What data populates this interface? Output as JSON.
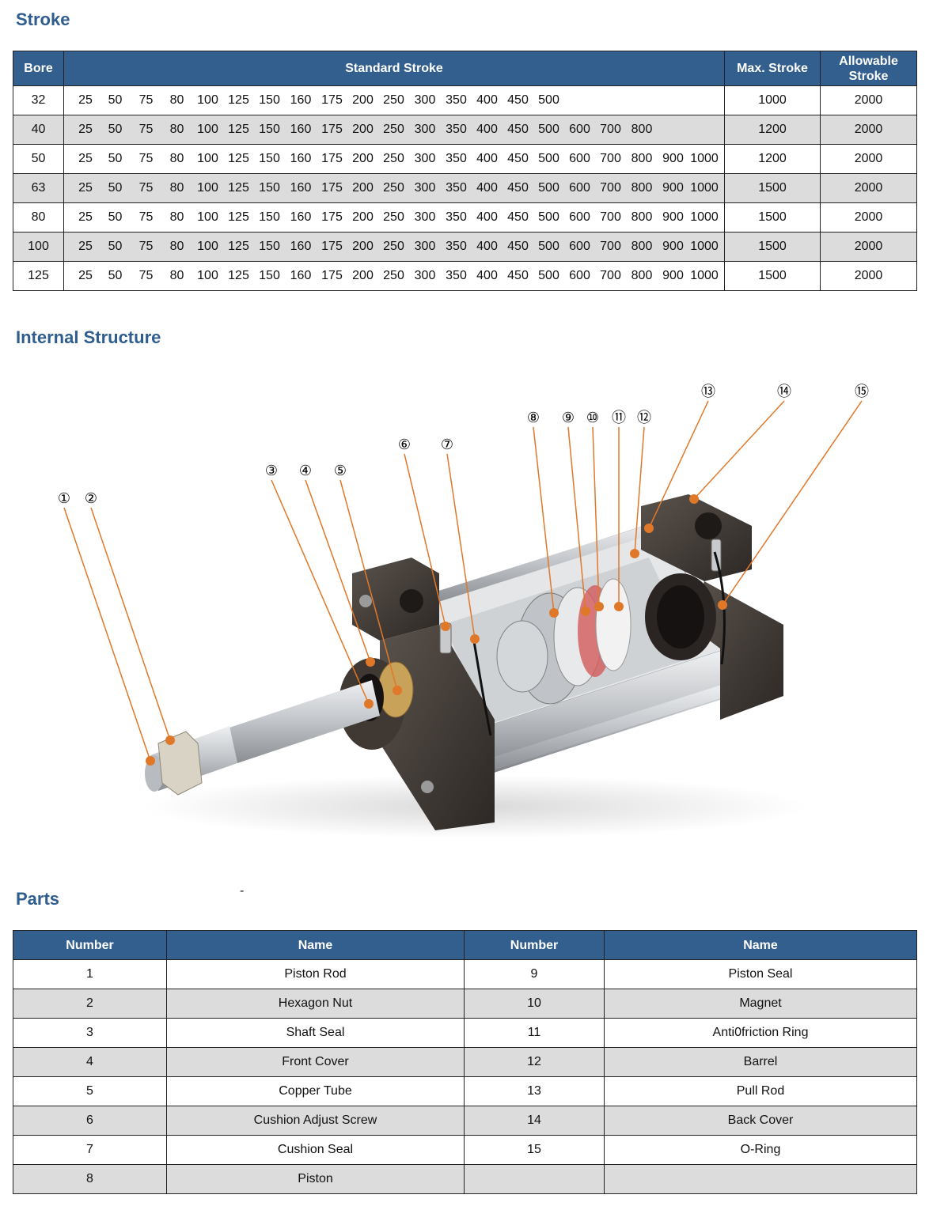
{
  "stroke": {
    "title": "Stroke",
    "headers": {
      "bore": "Bore",
      "standard": "Standard Stroke",
      "max": "Max. Stroke",
      "allowable": "Allowable Stroke"
    },
    "rows": [
      {
        "bore": "32",
        "strokes": [
          "25",
          "50",
          "75",
          "80",
          "100",
          "125",
          "150",
          "160",
          "175",
          "200",
          "250",
          "300",
          "350",
          "400",
          "450",
          "500"
        ],
        "max": "1000",
        "allowable": "2000"
      },
      {
        "bore": "40",
        "strokes": [
          "25",
          "50",
          "75",
          "80",
          "100",
          "125",
          "150",
          "160",
          "175",
          "200",
          "250",
          "300",
          "350",
          "400",
          "450",
          "500",
          "600",
          "700",
          "800"
        ],
        "max": "1200",
        "allowable": "2000"
      },
      {
        "bore": "50",
        "strokes": [
          "25",
          "50",
          "75",
          "80",
          "100",
          "125",
          "150",
          "160",
          "175",
          "200",
          "250",
          "300",
          "350",
          "400",
          "450",
          "500",
          "600",
          "700",
          "800",
          "900",
          "1000"
        ],
        "max": "1200",
        "allowable": "2000"
      },
      {
        "bore": "63",
        "strokes": [
          "25",
          "50",
          "75",
          "80",
          "100",
          "125",
          "150",
          "160",
          "175",
          "200",
          "250",
          "300",
          "350",
          "400",
          "450",
          "500",
          "600",
          "700",
          "800",
          "900",
          "1000"
        ],
        "max": "1500",
        "allowable": "2000"
      },
      {
        "bore": "80",
        "strokes": [
          "25",
          "50",
          "75",
          "80",
          "100",
          "125",
          "150",
          "160",
          "175",
          "200",
          "250",
          "300",
          "350",
          "400",
          "450",
          "500",
          "600",
          "700",
          "800",
          "900",
          "1000"
        ],
        "max": "1500",
        "allowable": "2000"
      },
      {
        "bore": "100",
        "strokes": [
          "25",
          "50",
          "75",
          "80",
          "100",
          "125",
          "150",
          "160",
          "175",
          "200",
          "250",
          "300",
          "350",
          "400",
          "450",
          "500",
          "600",
          "700",
          "800",
          "900",
          "1000"
        ],
        "max": "1500",
        "allowable": "2000"
      },
      {
        "bore": "125",
        "strokes": [
          "25",
          "50",
          "75",
          "80",
          "100",
          "125",
          "150",
          "160",
          "175",
          "200",
          "250",
          "300",
          "350",
          "400",
          "450",
          "500",
          "600",
          "700",
          "800",
          "900",
          "1000"
        ],
        "max": "1500",
        "allowable": "2000"
      }
    ]
  },
  "structure": {
    "title": "Internal Structure",
    "callouts": [
      "①",
      "②",
      "③",
      "④",
      "⑤",
      "⑥",
      "⑦",
      "⑧",
      "⑨",
      "⑩",
      "⑪",
      "⑫",
      "⑬",
      "⑭",
      "⑮"
    ],
    "colors": {
      "leader": "#e0782a",
      "body": "#3a3430",
      "metal": "#b9bcc0"
    }
  },
  "parts": {
    "title": "Parts",
    "stray_mark": "-",
    "headers": {
      "number": "Number",
      "name": "Name"
    },
    "rows": [
      {
        "n1": "1",
        "name1": "Piston Rod",
        "n2": "9",
        "name2": "Piston Seal"
      },
      {
        "n1": "2",
        "name1": "Hexagon Nut",
        "n2": "10",
        "name2": "Magnet"
      },
      {
        "n1": "3",
        "name1": "Shaft Seal",
        "n2": "11",
        "name2": "Anti0friction Ring"
      },
      {
        "n1": "4",
        "name1": "Front Cover",
        "n2": "12",
        "name2": "Barrel"
      },
      {
        "n1": "5",
        "name1": "Copper Tube",
        "n2": "13",
        "name2": "Pull Rod"
      },
      {
        "n1": "6",
        "name1": "Cushion Adjust Screw",
        "n2": "14",
        "name2": "Back Cover"
      },
      {
        "n1": "7",
        "name1": "Cushion Seal",
        "n2": "15",
        "name2": "O-Ring"
      },
      {
        "n1": "8",
        "name1": "Piston",
        "n2": "",
        "name2": ""
      }
    ]
  }
}
